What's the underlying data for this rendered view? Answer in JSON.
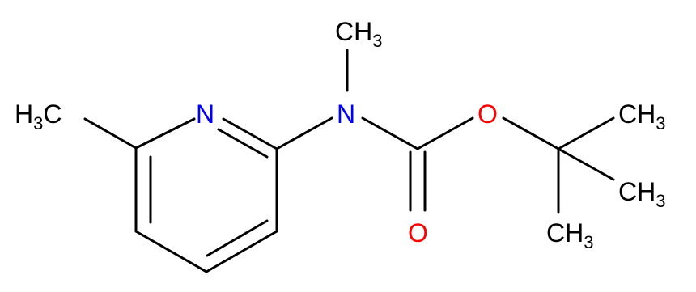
{
  "molecule": {
    "atoms": {
      "nitrogen_ring": {
        "text": "N",
        "color": "#0000ff"
      },
      "nitrogen_amine": {
        "text": "N",
        "color": "#0000ff"
      },
      "oxygen_ester": {
        "text": "O",
        "color": "#ff0000"
      },
      "oxygen_carbonyl": {
        "text": "O",
        "color": "#ff0000"
      },
      "methyl_left": {
        "main": "H",
        "sub": "3",
        "tail": "C"
      },
      "methyl_n": {
        "main": "CH",
        "sub": "3"
      },
      "methyl_t1": {
        "main": "CH",
        "sub": "3"
      },
      "methyl_t2": {
        "main": "CH",
        "sub": "3"
      },
      "methyl_t3": {
        "main": "CH",
        "sub": "3"
      }
    }
  }
}
